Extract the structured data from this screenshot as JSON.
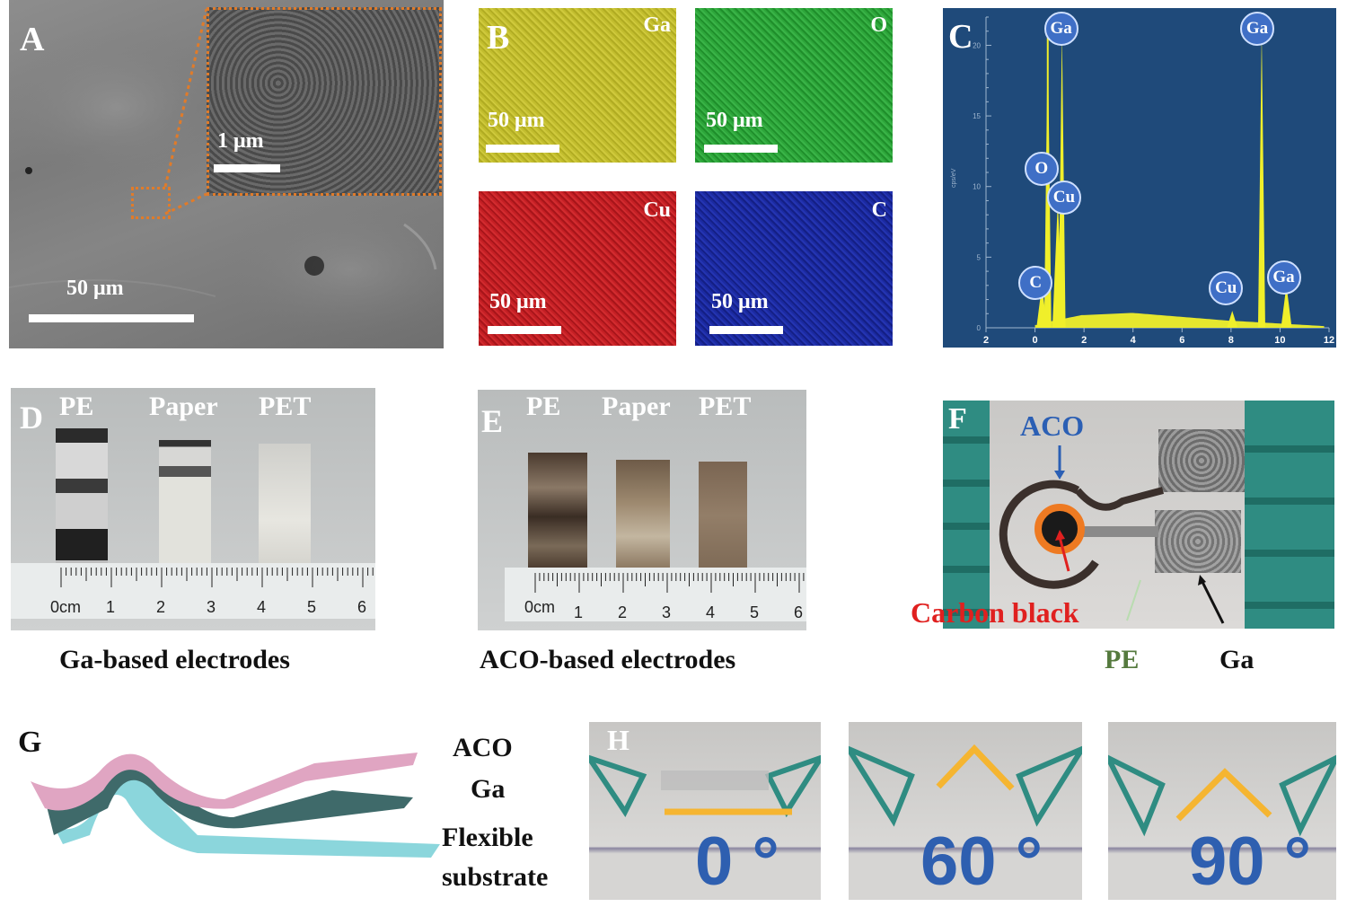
{
  "panels": {
    "A": {
      "label": "A",
      "inset_scale": "1 μm",
      "scale": "50 μm"
    },
    "B": {
      "label": "B",
      "maps": [
        {
          "element": "Ga",
          "scale": "50 μm",
          "color": "#c7c232"
        },
        {
          "element": "O",
          "scale": "50 μm",
          "color": "#2fa83a"
        },
        {
          "element": "Cu",
          "scale": "50 μm",
          "color": "#c42025"
        },
        {
          "element": "C",
          "scale": "50 μm",
          "color": "#1a2a9e"
        }
      ]
    },
    "C": {
      "label": "C"
    },
    "D": {
      "label": "D",
      "substrates": [
        "PE",
        "Paper",
        "PET"
      ],
      "caption": "Ga-based electrodes"
    },
    "E": {
      "label": "E",
      "substrates": [
        "PE",
        "Paper",
        "PET"
      ],
      "caption": "ACO-based electrodes"
    },
    "F": {
      "label": "F",
      "aco": "ACO",
      "carbon": "Carbon black",
      "pe": "PE",
      "ga": "Ga"
    },
    "G": {
      "label": "G",
      "layer1": "ACO",
      "layer2": "Ga",
      "layer3a": "Flexible",
      "layer3b": "substrate"
    },
    "H": {
      "label": "H",
      "angles": [
        "0 °",
        "60 °",
        "90 °"
      ]
    }
  },
  "ruler": {
    "unit": "0cm",
    "ticks": [
      "1",
      "2",
      "3",
      "4",
      "5",
      "6"
    ]
  },
  "chart_data": {
    "type": "line",
    "title": "",
    "xlabel": "",
    "ylabel": "cps/eV",
    "xlim": [
      -2,
      12
    ],
    "ylim": [
      0,
      22
    ],
    "xticks": [
      "2",
      "0",
      "2",
      "4",
      "6",
      "8",
      "10",
      "12"
    ],
    "yticks": [
      "0",
      "5",
      "10",
      "15",
      "20"
    ],
    "peaks": [
      {
        "element": "C",
        "x": 0.28,
        "y": 3
      },
      {
        "element": "O",
        "x": 0.52,
        "y": 21
      },
      {
        "element": "Cu",
        "x": 0.93,
        "y": 9
      },
      {
        "element": "Ga",
        "x": 1.1,
        "y": 21
      },
      {
        "element": "Cu",
        "x": 8.05,
        "y": 1.2
      },
      {
        "element": "Ga",
        "x": 9.25,
        "y": 21
      },
      {
        "element": "Ga",
        "x": 10.26,
        "y": 3
      }
    ],
    "colors": {
      "background": "#1f4a7a",
      "trace": "#f0ef2a"
    }
  }
}
